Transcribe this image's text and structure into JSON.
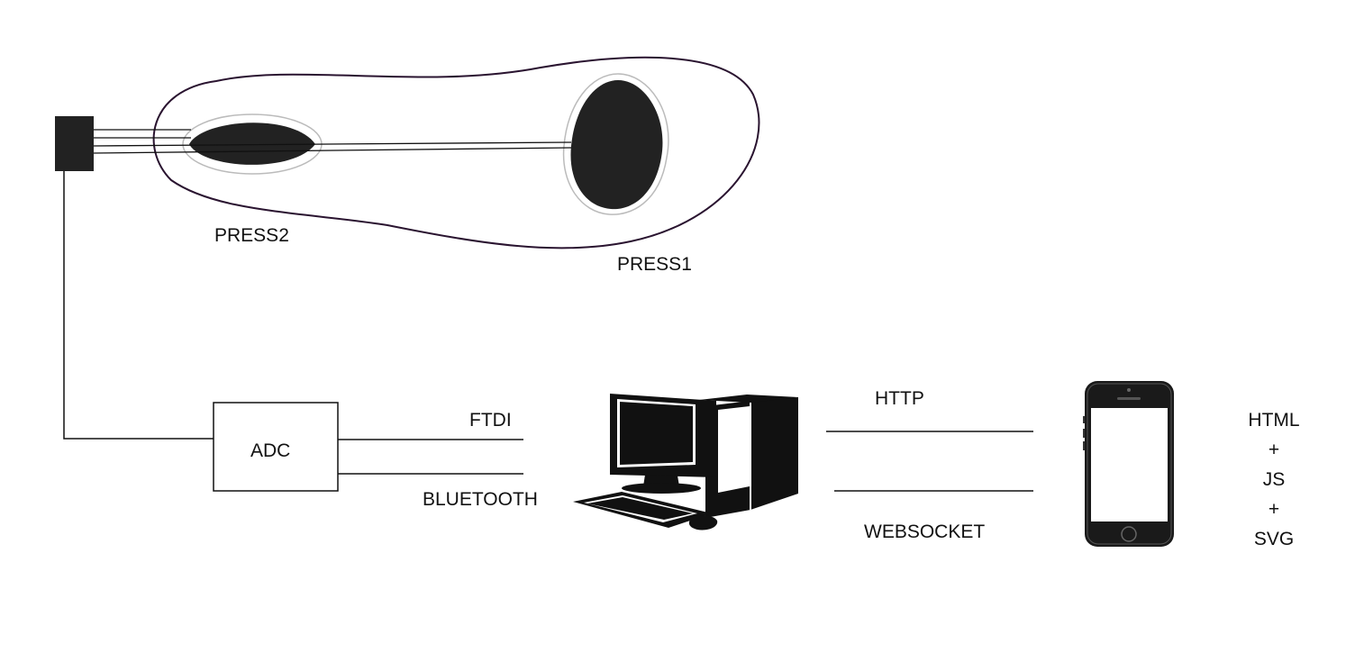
{
  "sensors": {
    "press1_label": "PRESS1",
    "press2_label": "PRESS2"
  },
  "converter": {
    "adc_label": "ADC"
  },
  "links": {
    "ftdi_label": "FTDI",
    "bluetooth_label": "BLUETOOTH",
    "http_label": "HTTP",
    "websocket_label": "WEBSOCKET"
  },
  "client_stack": {
    "html": "HTML",
    "plus1": "+",
    "js": "JS",
    "plus2": "+",
    "svg": "SVG"
  },
  "colors": {
    "stroke": "#111111",
    "insole_outline": "#2a1430",
    "sensor_fill": "#222222",
    "halo": "#bbbbbb",
    "screen": "#ffffff"
  }
}
